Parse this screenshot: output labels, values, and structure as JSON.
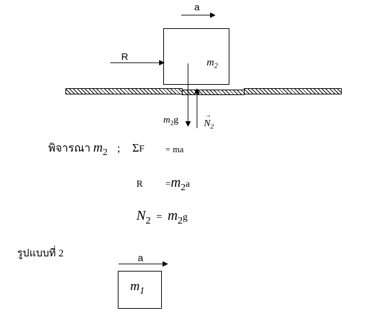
{
  "diagram1": {
    "accel_label": "a",
    "force_label": "R",
    "mass_label": "m",
    "mass_sub": "2",
    "weight_label_m": "m",
    "weight_label_sub": "2",
    "weight_label_g": "g",
    "normal_label": "N",
    "normal_sub": "2"
  },
  "equations": {
    "consider_text": "พิจารณา",
    "consider_mass": "m",
    "consider_mass_sub": "2",
    "separator": ";",
    "sum_symbol": "Σ",
    "sum_force": "F",
    "eq1_rhs": "= ma",
    "eq2_lhs": "R",
    "eq2_rhs_eq": "=",
    "eq2_rhs_m": "m",
    "eq2_rhs_sub": "2",
    "eq2_rhs_a": "a",
    "eq3_lhs": "N",
    "eq3_lhs_sub": "2",
    "eq3_eq": "=",
    "eq3_rhs_m": "m",
    "eq3_rhs_sub": "2",
    "eq3_rhs_g": "g"
  },
  "section2": {
    "heading": "รูปแบบที่ 2",
    "accel_label": "a",
    "mass_label": "m",
    "mass_sub": "1"
  }
}
